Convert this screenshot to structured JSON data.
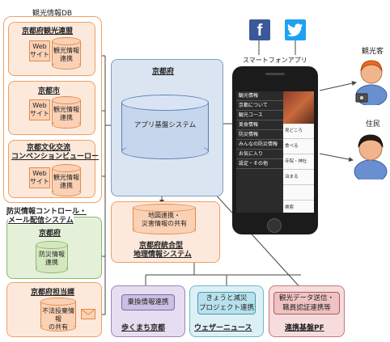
{
  "db_section": {
    "title": "観光情報DB"
  },
  "kyoto_pref_tourism": {
    "title": "京都府観光連盟",
    "web": "Web\nサイト",
    "cyl": "観光情報\n連携"
  },
  "kyoto_city": {
    "title": "京都市",
    "web": "Web\nサイト",
    "cyl": "観光情報\n連携"
  },
  "convention": {
    "title_line1": "京都文化交流",
    "title_line2": "コンベンションビューロー",
    "web": "Web\nサイト",
    "cyl": "観光情報\n連携"
  },
  "disaster": {
    "title_line1": "防災情報コントロール・",
    "title_line2": "メール配信システム",
    "sub": "京都府",
    "cyl": "防災情報\n連携"
  },
  "pref_staff": {
    "title": "京都府担当課",
    "cyl": "不法投棄情報\nの共有"
  },
  "kyoto_fu": {
    "title": "京都府",
    "cyl": "アプリ基盤システム"
  },
  "gis": {
    "line1": "地図連携・",
    "line2": "災害情報の共有",
    "title_line1": "京都府統合型",
    "title_line2": "地理情報システム"
  },
  "smartphone": {
    "title": "スマートフォンアプリ",
    "menu": [
      "観光情報",
      "京都について",
      "観光コース",
      "美食情報",
      "防災情報",
      "みんなの防災情報",
      "お気に入り",
      "設定・その他"
    ],
    "right": [
      "見どころ",
      "食べる",
      "寺院・神社",
      "泊まる",
      "",
      "検索"
    ]
  },
  "tourist": {
    "label": "観光客"
  },
  "resident": {
    "label": "住民"
  },
  "social": {
    "facebook": "f"
  },
  "bottom": {
    "box1": {
      "inner": "乗換情報連携",
      "label": "歩くまち京都"
    },
    "box2": {
      "inner": "きょうと減災\nプロジェクト連携",
      "label": "ウェザーニュース"
    },
    "box3": {
      "inner": "観光データ送信・\n職員認証連携等",
      "label": "連携基盤PF"
    }
  },
  "colors": {
    "orange_border": "#f0a060",
    "orange_fill": "#fde9dc",
    "green_fill": "#e4f0d8",
    "green_border": "#8cb870",
    "blue_fill": "#dbe5f1",
    "blue_border": "#7f9fc6",
    "facebook": "#3b5998",
    "twitter": "#1da1f2"
  }
}
